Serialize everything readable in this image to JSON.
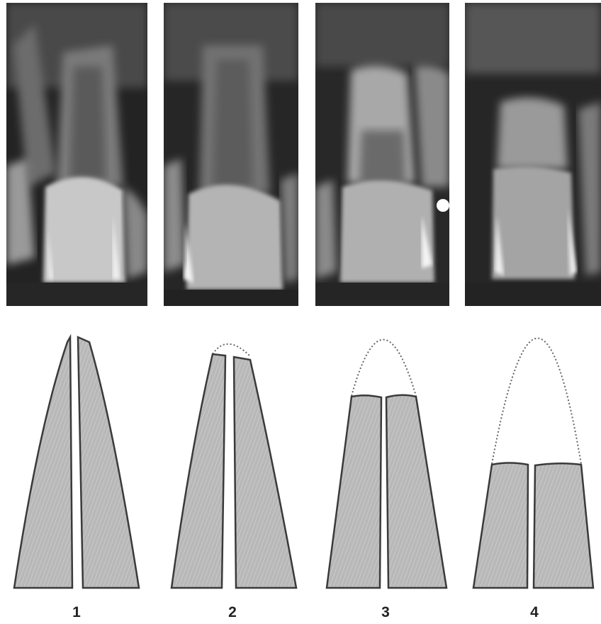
{
  "panels": [
    {
      "label": "1",
      "stage": 1
    },
    {
      "label": "2",
      "stage": 2
    },
    {
      "label": "3",
      "stage": 3
    },
    {
      "label": "4",
      "stage": 4
    }
  ],
  "colors": {
    "xray_bg": "#1c1c1c",
    "root_fill": "#b8b8b8",
    "outline": "#3a3a3a",
    "dotted": "#666666"
  }
}
